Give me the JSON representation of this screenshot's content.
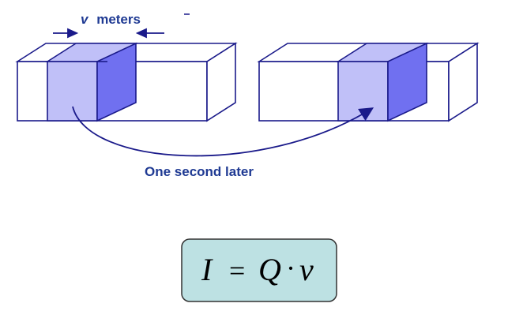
{
  "diagram": {
    "top_label_var": "v",
    "top_label_unit": "meters",
    "bottom_label": "One second later"
  },
  "formula": {
    "lhs": "I",
    "equals": "=",
    "q": "Q",
    "dot": "·",
    "v": "v"
  },
  "colors": {
    "outline": "#1a1a8a",
    "slice_light": "#c0c0f8",
    "slice_dark": "#7070f0",
    "label": "#1f3a93",
    "formula_box": "#bde1e3"
  }
}
